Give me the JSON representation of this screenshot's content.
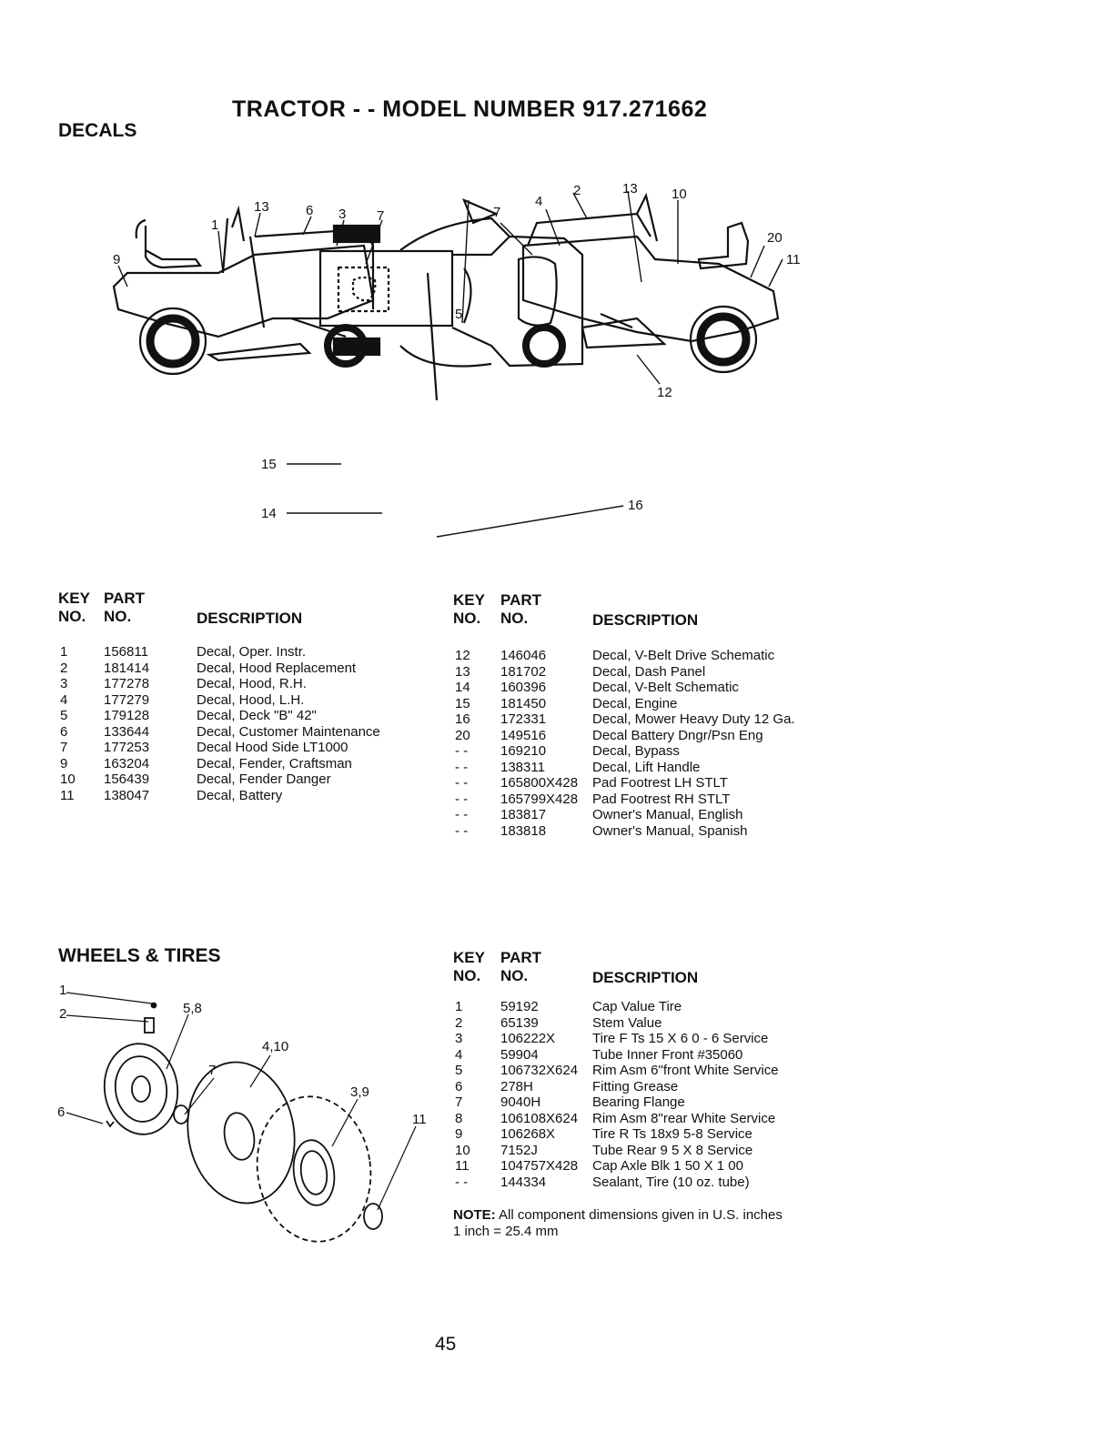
{
  "page_title": "TRACTOR - - MODEL NUMBER 917.271662",
  "decals": {
    "heading": "DECALS",
    "diagram_callouts": {
      "left_tractor": [
        "13",
        "6",
        "3",
        "7",
        "1",
        "9"
      ],
      "right_tractor": [
        "2",
        "13",
        "10",
        "7",
        "4",
        "20",
        "11",
        "12"
      ],
      "top_view": [
        "5",
        "15",
        "14",
        "16"
      ]
    },
    "col_heads": {
      "key": "KEY",
      "no": "NO.",
      "part": "PART",
      "description": "DESCRIPTION"
    },
    "left_rows": [
      {
        "key": "1",
        "part": "156811",
        "desc": "Decal, Oper. Instr."
      },
      {
        "key": "2",
        "part": "181414",
        "desc": "Decal, Hood Replacement"
      },
      {
        "key": "3",
        "part": "177278",
        "desc": "Decal, Hood, R.H."
      },
      {
        "key": "4",
        "part": "177279",
        "desc": "Decal, Hood, L.H."
      },
      {
        "key": "5",
        "part": "179128",
        "desc": "Decal, Deck \"B\" 42\""
      },
      {
        "key": "6",
        "part": "133644",
        "desc": "Decal, Customer Maintenance"
      },
      {
        "key": "7",
        "part": "177253",
        "desc": "Decal Hood Side LT1000"
      },
      {
        "key": "9",
        "part": "163204",
        "desc": "Decal, Fender, Craftsman"
      },
      {
        "key": "10",
        "part": "156439",
        "desc": "Decal, Fender Danger"
      },
      {
        "key": "11",
        "part": "138047",
        "desc": "Decal, Battery"
      }
    ],
    "right_rows": [
      {
        "key": "12",
        "part": "146046",
        "desc": "Decal, V-Belt Drive Schematic"
      },
      {
        "key": "13",
        "part": "181702",
        "desc": "Decal, Dash Panel"
      },
      {
        "key": "14",
        "part": "160396",
        "desc": "Decal, V-Belt Schematic"
      },
      {
        "key": "15",
        "part": "181450",
        "desc": "Decal, Engine"
      },
      {
        "key": "16",
        "part": "172331",
        "desc": "Decal, Mower Heavy Duty 12 Ga."
      },
      {
        "key": "20",
        "part": "149516",
        "desc": "Decal Battery Dngr/Psn Eng"
      },
      {
        "key": "- -",
        "part": "169210",
        "desc": "Decal, Bypass"
      },
      {
        "key": "- -",
        "part": "138311",
        "desc": "Decal, Lift Handle"
      },
      {
        "key": "- -",
        "part": "165800X428",
        "desc": "Pad Footrest LH STLT"
      },
      {
        "key": "- -",
        "part": "165799X428",
        "desc": "Pad Footrest RH STLT"
      },
      {
        "key": "- -",
        "part": "183817",
        "desc": "Owner's Manual, English"
      },
      {
        "key": "- -",
        "part": "183818",
        "desc": "Owner's Manual, Spanish"
      }
    ]
  },
  "wheels": {
    "heading": "WHEELS & TIRES",
    "diagram_callouts": [
      "1",
      "2",
      "5,8",
      "4,10",
      "7",
      "3,9",
      "6",
      "11"
    ],
    "rows": [
      {
        "key": "1",
        "part": "59192",
        "desc": "Cap Value Tire"
      },
      {
        "key": "2",
        "part": "65139",
        "desc": "Stem Value"
      },
      {
        "key": "3",
        "part": "106222X",
        "desc": "Tire F Ts 15 X 6 0 - 6 Service"
      },
      {
        "key": "4",
        "part": "59904",
        "desc": "Tube Inner Front #35060"
      },
      {
        "key": "5",
        "part": "106732X624",
        "desc": "Rim Asm 6\"front White Service"
      },
      {
        "key": "6",
        "part": "278H",
        "desc": "Fitting Grease"
      },
      {
        "key": "7",
        "part": "9040H",
        "desc": "Bearing Flange"
      },
      {
        "key": "8",
        "part": "106108X624",
        "desc": "Rim Asm 8\"rear White Service"
      },
      {
        "key": "9",
        "part": "106268X",
        "desc": "Tire R Ts 18x9 5-8 Service"
      },
      {
        "key": "10",
        "part": "7152J",
        "desc": "Tube Rear 9 5 X 8 Service"
      },
      {
        "key": "11",
        "part": "104757X428",
        "desc": "Cap Axle Blk 1 50 X 1 00"
      },
      {
        "key": "- -",
        "part": "144334",
        "desc": "Sealant, Tire (10 oz. tube)"
      }
    ],
    "note_label": "NOTE:",
    "note_text": " All component dimensions given in U.S. inches",
    "note_line2": "1 inch = 25.4 mm"
  },
  "page_number": "45"
}
